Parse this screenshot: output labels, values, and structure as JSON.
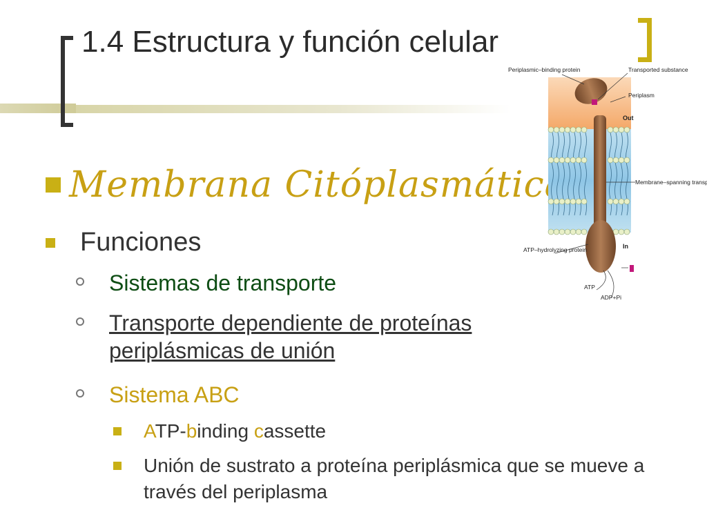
{
  "slide": {
    "title": "1.4 Estructura y función celular",
    "heading": "Membrana  Citóplasmática",
    "level1": "Funciones",
    "items": [
      {
        "text": "Sistemas de transporte",
        "style": "green"
      },
      {
        "text": "Transporte dependiente de proteínas periplásmicas de unión",
        "style": "link"
      },
      {
        "text": "Sistema ABC",
        "style": "gold"
      }
    ],
    "abc_acronym": {
      "a": "A",
      "rest1": "TP-",
      "b": "b",
      "rest2": "inding ",
      "c": "c",
      "rest3": "assette"
    },
    "sub_item_2": "Unión de sustrato a proteína periplásmica que se mueve a través del periplasma"
  },
  "diagram": {
    "labels": {
      "periplasmic_binding_protein": "Periplasmic–binding protein",
      "transported_substance": "Transported substance",
      "periplasm": "Periplasm",
      "out": "Out",
      "membrane_spanning_transporter": "Membrane–spanning transporter",
      "atp_hydrolyzing_protein": "ATP–hydrolyzing protein",
      "in": "In",
      "atp": "ATP",
      "adp_pi": "ADP+Pi"
    }
  },
  "colors": {
    "accent_gold": "#c8a014",
    "bracket_gold": "#c9b015",
    "green_text": "#0e4d14",
    "periplasm_orange": "#f4a868",
    "membrane_blue": "#8fc6e6",
    "protein_brown": "#8a5a3a"
  }
}
